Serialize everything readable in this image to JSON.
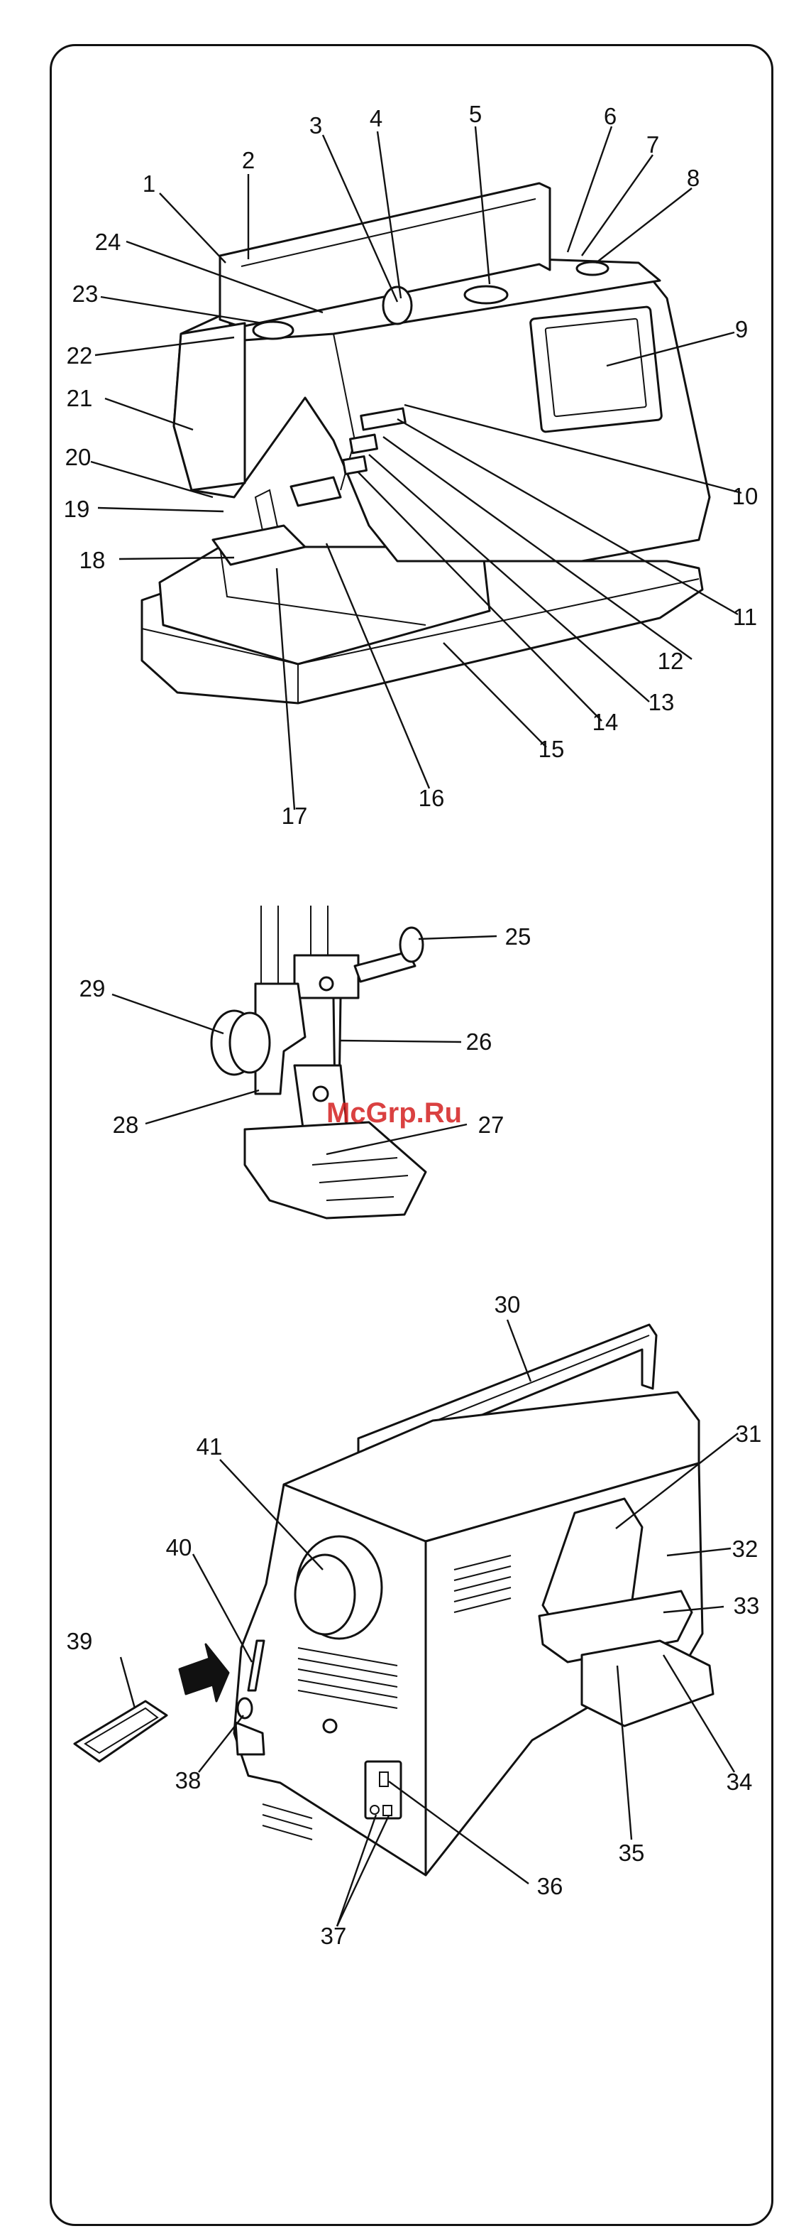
{
  "watermark": "McGrp.Ru",
  "figure1": {
    "callouts": [
      "1",
      "2",
      "3",
      "4",
      "5",
      "6",
      "7",
      "8",
      "9",
      "10",
      "11",
      "12",
      "13",
      "14",
      "15",
      "16",
      "17",
      "18",
      "19",
      "20",
      "21",
      "22",
      "23",
      "24"
    ]
  },
  "figure2": {
    "callouts": [
      "25",
      "26",
      "27",
      "28",
      "29"
    ]
  },
  "figure3": {
    "callouts": [
      "30",
      "31",
      "32",
      "33",
      "34",
      "35",
      "36",
      "37",
      "38",
      "39",
      "40",
      "41"
    ]
  }
}
